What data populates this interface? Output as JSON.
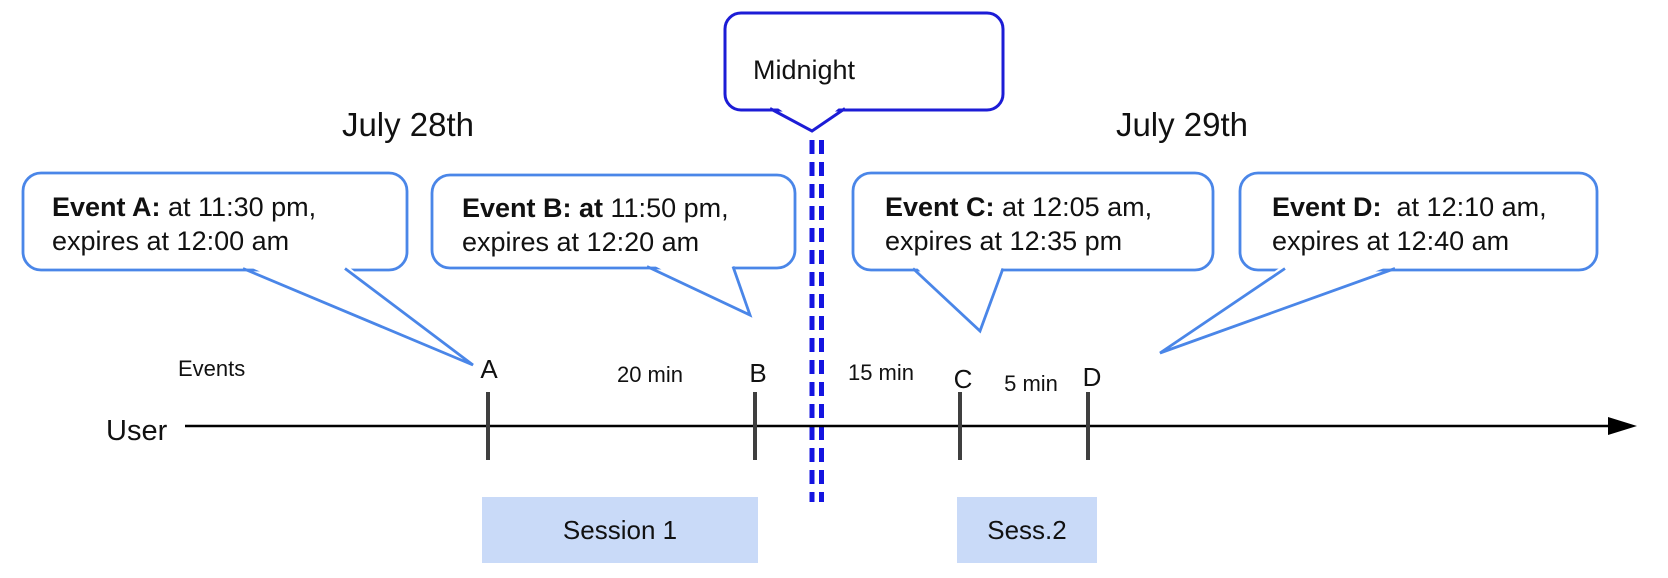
{
  "diagram": {
    "days": {
      "left": "July 28th",
      "right": "July 29th"
    },
    "midnight_label": "Midnight",
    "events": [
      {
        "bold": "Event A:",
        "rest": " at 11:30 pm,",
        "line2": "expires at 12:00 am"
      },
      {
        "bold": "Event B: at",
        "rest": " 11:50 pm,",
        "line2": "expires at 12:20 am"
      },
      {
        "bold": "Event C:",
        "rest": " at 12:05 am,",
        "line2": "expires at 12:35 pm"
      },
      {
        "bold": "Event D:",
        "rest": "  at 12:10 am,",
        "line2": "expires at 12:40 am"
      }
    ],
    "timeline": {
      "row_label": "User",
      "events_label": "Events",
      "ticks": [
        "A",
        "B",
        "C",
        "D"
      ],
      "intervals": [
        {
          "label": "20 min"
        },
        {
          "label": "15 min"
        },
        {
          "label": "5 min"
        }
      ]
    },
    "sessions": [
      {
        "label": "Session 1"
      },
      {
        "label": "Sess.2"
      }
    ],
    "colors": {
      "callout_border": "#4a86e8",
      "midnight_border": "#1c1cd6",
      "dash_line": "#1414e0",
      "session_fill": "#c9daf8",
      "tick": "#3f3f3f",
      "timeline": "#000000"
    }
  }
}
